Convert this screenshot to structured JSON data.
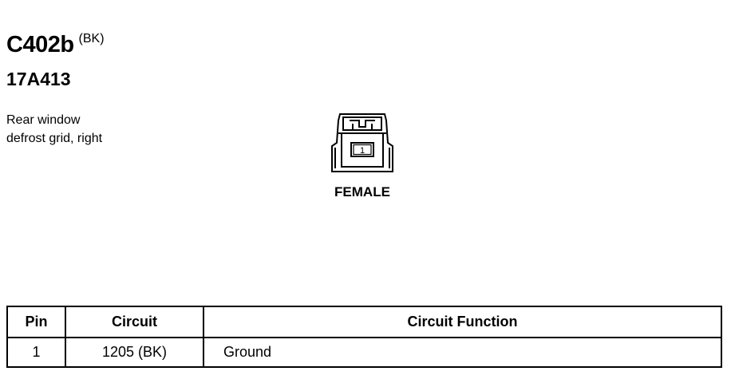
{
  "header": {
    "connector_id": "C402b",
    "color_code": "(BK)",
    "part_number": "17A413",
    "description_lines": [
      "Rear window",
      "defrost grid, right"
    ]
  },
  "connector": {
    "pin_label": "1",
    "gender": "FEMALE"
  },
  "table": {
    "headers": {
      "pin": "Pin",
      "circuit": "Circuit",
      "function": "Circuit Function"
    },
    "rows": [
      {
        "pin": "1",
        "circuit": "1205 (BK)",
        "function": "Ground"
      }
    ]
  }
}
